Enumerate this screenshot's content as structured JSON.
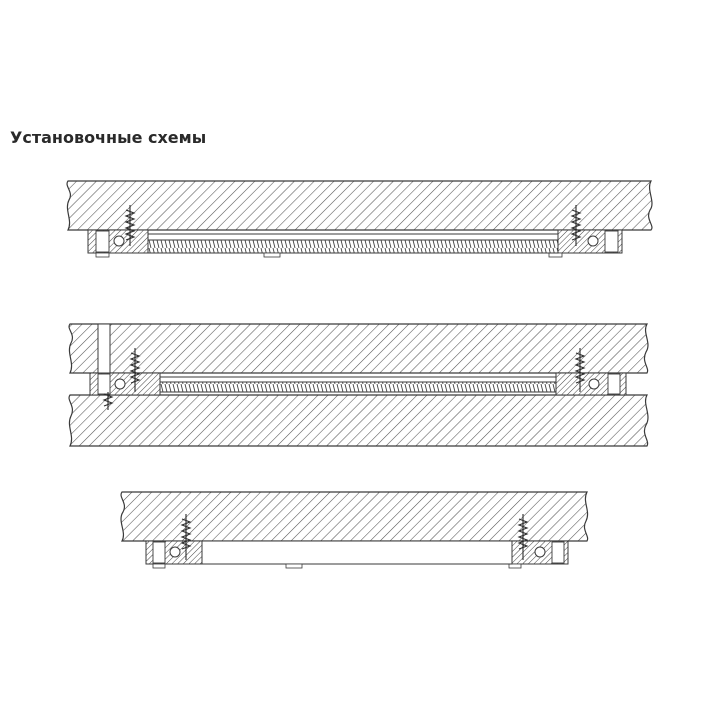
{
  "title": "Установочные схемы",
  "diagrams": [
    {
      "name": "mounting-scheme-1"
    },
    {
      "name": "mounting-scheme-2"
    },
    {
      "name": "mounting-scheme-3"
    }
  ],
  "colors": {
    "stroke": "#3a3a3a",
    "hatch": "#555555",
    "fill": "#ffffff",
    "background": "#ffffff"
  }
}
